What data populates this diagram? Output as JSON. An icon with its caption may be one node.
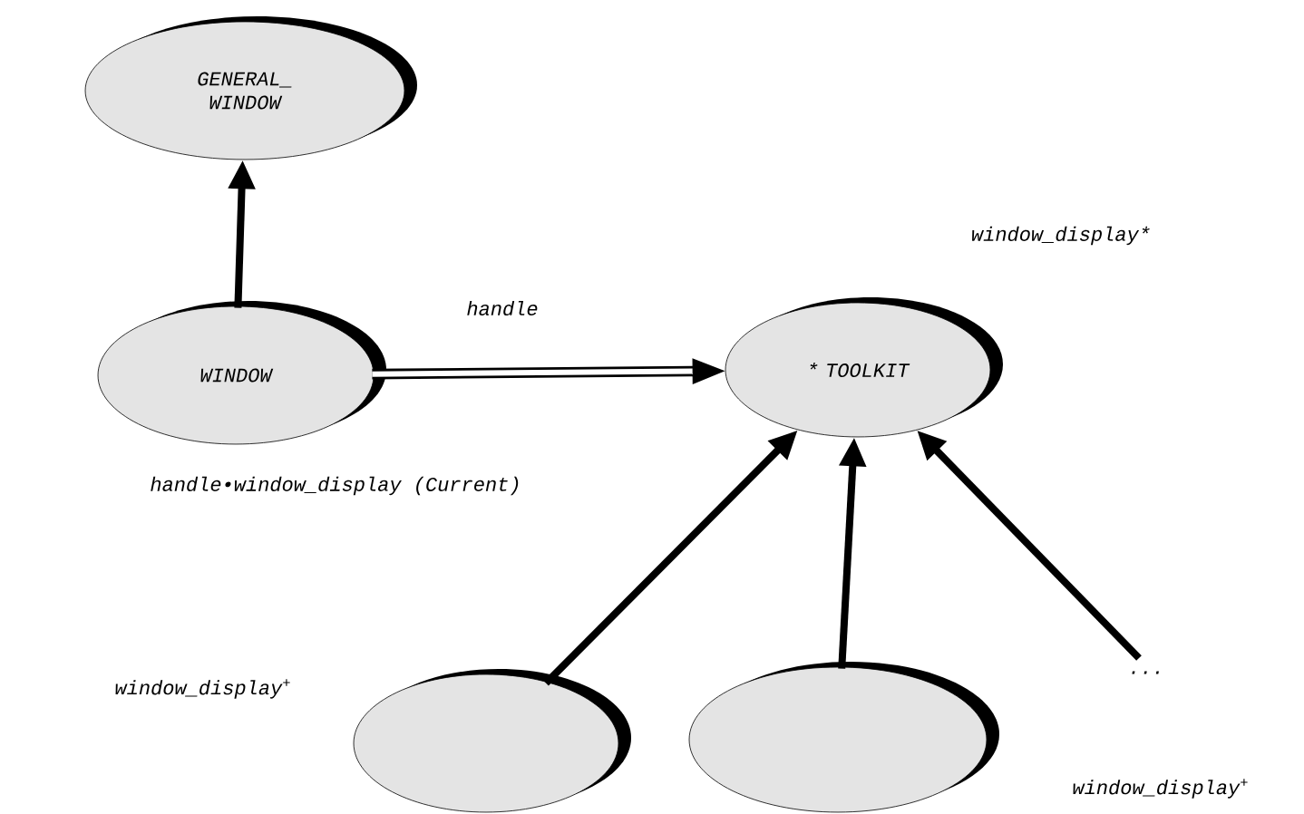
{
  "diagram": {
    "nodes": [
      {
        "text": [
          "GENERAL_ WINDOW"
        ]
      },
      {
        "text": [
          "WINDOW"
        ],
        "beside": [
          "handle•window_display (Current)"
        ]
      },
      {
        "text": [
          "* TOOLKIT"
        ],
        "beside": [
          "window_display*"
        ]
      },
      {
        "text": [],
        "shape": "ellipse",
        "beside": [
          "window_display$^{+}$"
        ]
      },
      {
        "text": [],
        "shape": "ellipse",
        "beside": [
          "window_display$^{+}$"
        ]
      },
      {
        "text": [
          "..."
        ]
      }
    ],
    "edges": [
      {
        "from": 1,
        "to": 0,
        "arrow": "to"
      },
      {
        "from": 1,
        "to": 2,
        "arrow": "to",
        "label": "handle"
      },
      {
        "from": 3,
        "to": 2,
        "arrow": "to"
      },
      {
        "from": 4,
        "to": 2,
        "arrow": "to"
      },
      {
        "from": 5,
        "to": 2,
        "arrow": "to"
      }
    ]
  }
}
